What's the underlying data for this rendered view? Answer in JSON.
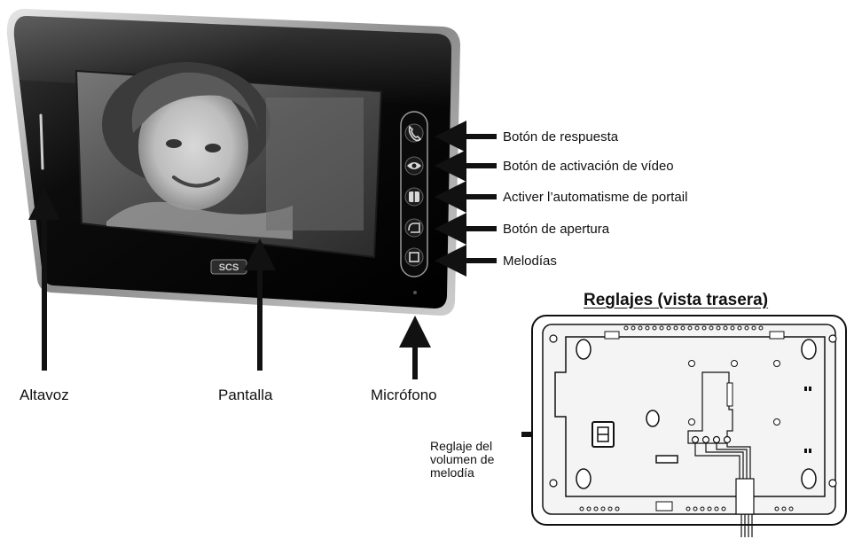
{
  "monitor": {
    "brand_logo": "SCS"
  },
  "callouts": {
    "answer_button": "Botón de respuesta",
    "video_button": "Botón de activación de vídeo",
    "gate_button": "Activer l’automatisme de portail",
    "open_button": "Botón de apertura",
    "melodies_button": "Melodías",
    "speaker": "Altavoz",
    "screen": "Pantalla",
    "microphone": "Micrófono"
  },
  "rear_view": {
    "title": "Reglajes (vista trasera)",
    "volume_note": "Reglaje del volumen de melodía"
  },
  "icons": [
    "phone-handset-icon",
    "eye-icon",
    "gate-icon",
    "key-icon",
    "bell-square-icon"
  ]
}
